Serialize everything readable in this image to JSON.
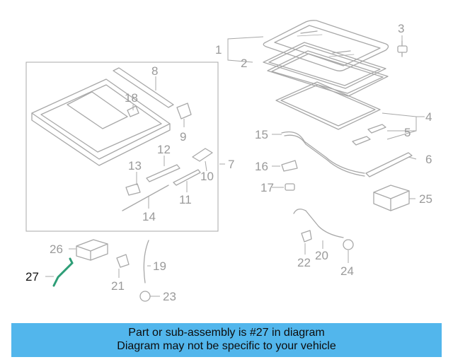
{
  "labels": {
    "l1": "1",
    "l2": "2",
    "l3": "3",
    "l4": "4",
    "l5": "5",
    "l6": "6",
    "l7": "7",
    "l8": "8",
    "l9": "9",
    "l10": "10",
    "l11": "11",
    "l12": "12",
    "l13": "13",
    "l14": "14",
    "l15": "15",
    "l16": "16",
    "l17": "17",
    "l18": "18",
    "l19": "19",
    "l20": "20",
    "l21": "21",
    "l22": "22",
    "l23": "23",
    "l24": "24",
    "l25": "25",
    "l26": "26",
    "l27": "27"
  },
  "banner": {
    "line1": "Part or sub-assembly is #27 in diagram",
    "line2": "Diagram may not be specific to your vehicle"
  },
  "colors": {
    "banner_bg": "#52b6ec",
    "part_lines": "#a8a8a8",
    "highlight_part": "#2e9e77"
  }
}
